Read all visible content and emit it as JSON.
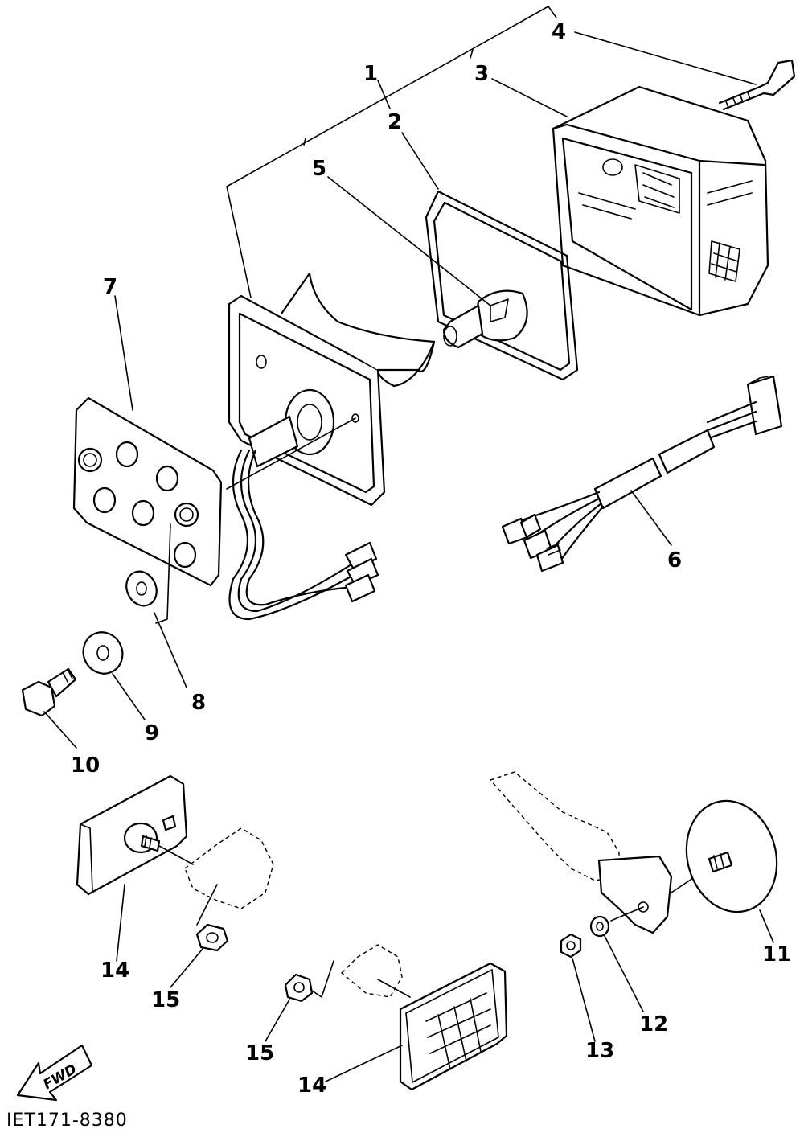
{
  "diagram": {
    "callouts": [
      "1",
      "2",
      "3",
      "4",
      "5",
      "6",
      "7",
      "8",
      "9",
      "10",
      "11",
      "12",
      "13",
      "14",
      "15",
      "15",
      "14"
    ],
    "fwd_label": "FWD",
    "figure_code": "IET171-8380"
  }
}
